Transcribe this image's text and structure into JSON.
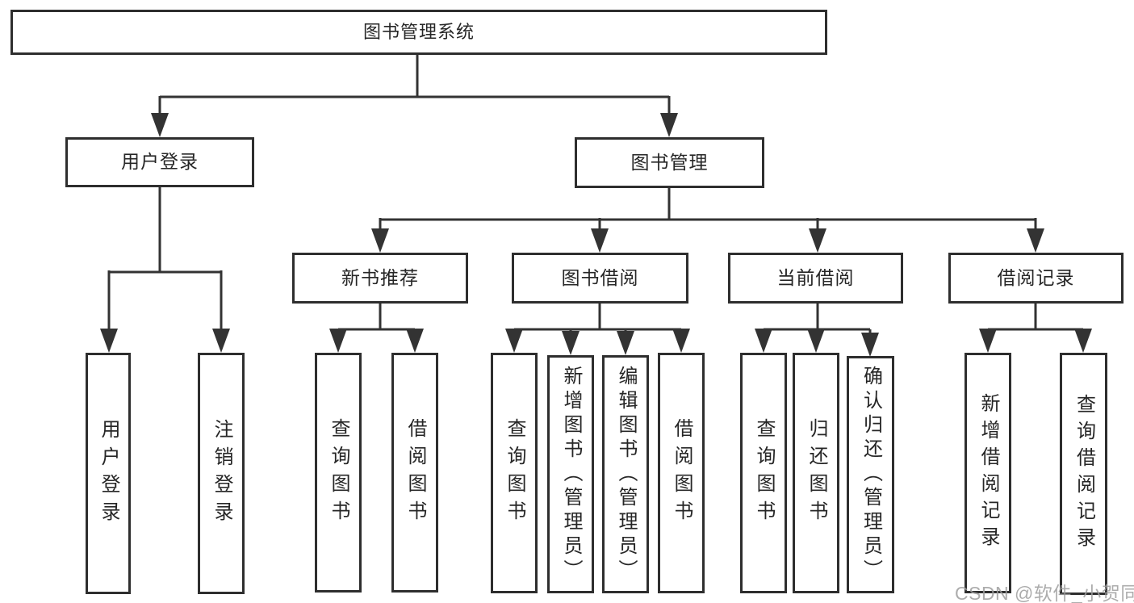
{
  "tree": {
    "label": "图书管理系统",
    "children": [
      {
        "label": "用户登录",
        "children": [
          {
            "label": "用户登录"
          },
          {
            "label": "注销登录"
          }
        ]
      },
      {
        "label": "图书管理",
        "children": [
          {
            "label": "新书推荐",
            "children": [
              {
                "label": "查询图书"
              },
              {
                "label": "借阅图书"
              }
            ]
          },
          {
            "label": "图书借阅",
            "children": [
              {
                "label": "查询图书"
              },
              {
                "label": "新增图书（管理员）"
              },
              {
                "label": "编辑图书（管理员）"
              },
              {
                "label": "借阅图书"
              }
            ]
          },
          {
            "label": "当前借阅",
            "children": [
              {
                "label": "查询图书"
              },
              {
                "label": "归还图书"
              },
              {
                "label": "确认归还（管理员）"
              }
            ]
          },
          {
            "label": "借阅记录",
            "children": [
              {
                "label": "新增借阅记录"
              },
              {
                "label": "查询借阅记录"
              }
            ]
          }
        ]
      }
    ]
  },
  "watermark": "CSDN @软件_小贺同学",
  "colors": {
    "line": "#333333",
    "box_border": "#2e2e2e",
    "text": "#262626",
    "background": "#ffffff",
    "watermark": "#9e9e9e"
  }
}
